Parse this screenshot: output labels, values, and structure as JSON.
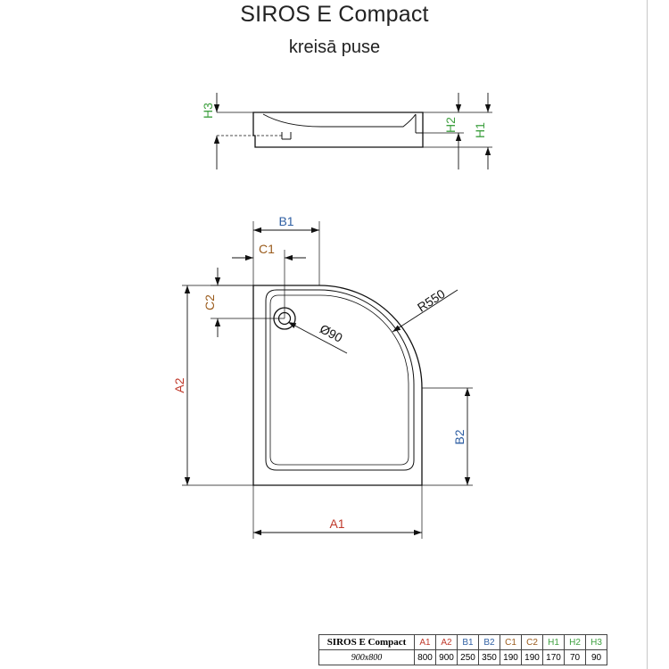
{
  "header": {
    "title": "SIROS E Compact",
    "subtitle": "kreisā puse"
  },
  "labels": {
    "A1": "A1",
    "A2": "A2",
    "B1": "B1",
    "B2": "B2",
    "C1": "C1",
    "C2": "C2",
    "H1": "H1",
    "H2": "H2",
    "H3": "H3",
    "radius": "R550",
    "drain": "Ø90"
  },
  "colors": {
    "A": "#c0392b",
    "B": "#2f5fa3",
    "C": "#9a5b1c",
    "H": "#3fa040"
  },
  "specs_table": {
    "model": "SIROS E Compact",
    "size": "900x800",
    "headers": [
      "A1",
      "A2",
      "B1",
      "B2",
      "C1",
      "C2",
      "H1",
      "H2",
      "H3"
    ],
    "values": [
      "800",
      "900",
      "250",
      "350",
      "190",
      "190",
      "170",
      "70",
      "90"
    ]
  }
}
